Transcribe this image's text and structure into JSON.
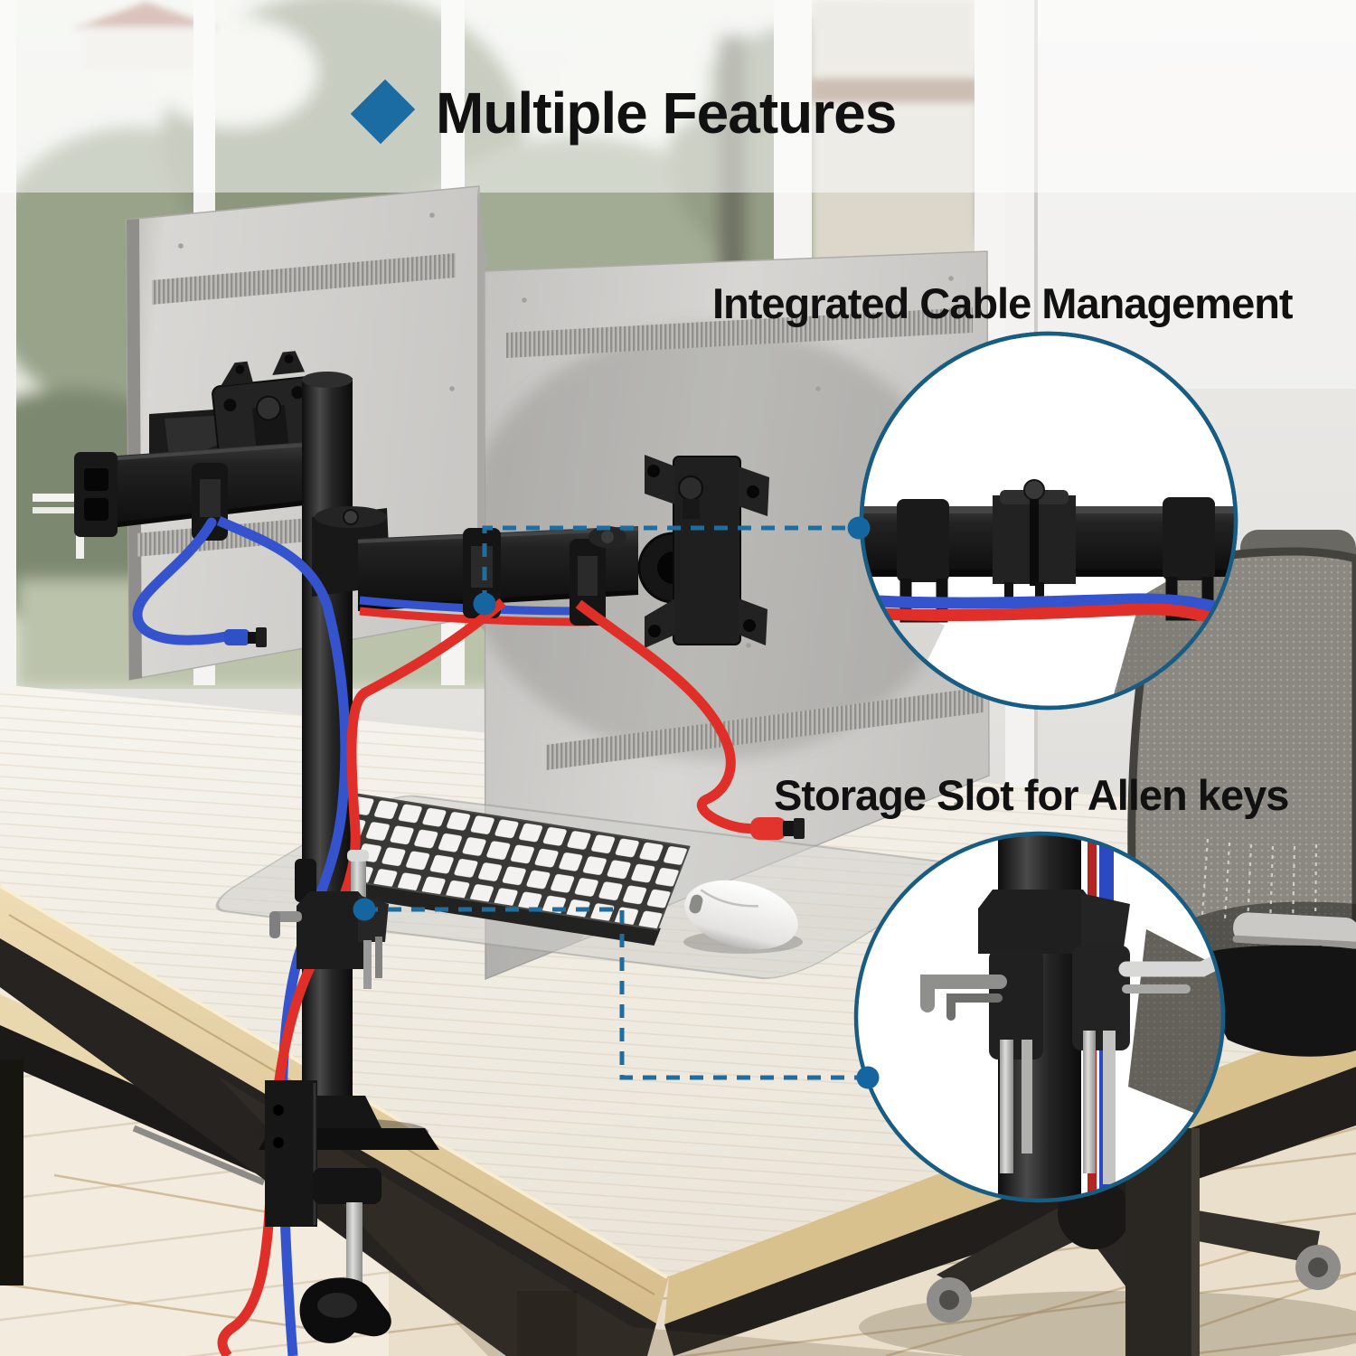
{
  "title": {
    "text": "Multiple Features"
  },
  "features": [
    {
      "label": "Integrated Cable Management"
    },
    {
      "label": "Storage Slot for Allen keys"
    }
  ],
  "colors": {
    "accent_diamond": "#1a6ca2",
    "callout_line": "#1e6da0",
    "callout_dot": "#1565a0",
    "callout_circle_border": "#175d83",
    "cable_red": "#df2f28",
    "cable_blue": "#3453cd",
    "text_color": "#111111"
  }
}
